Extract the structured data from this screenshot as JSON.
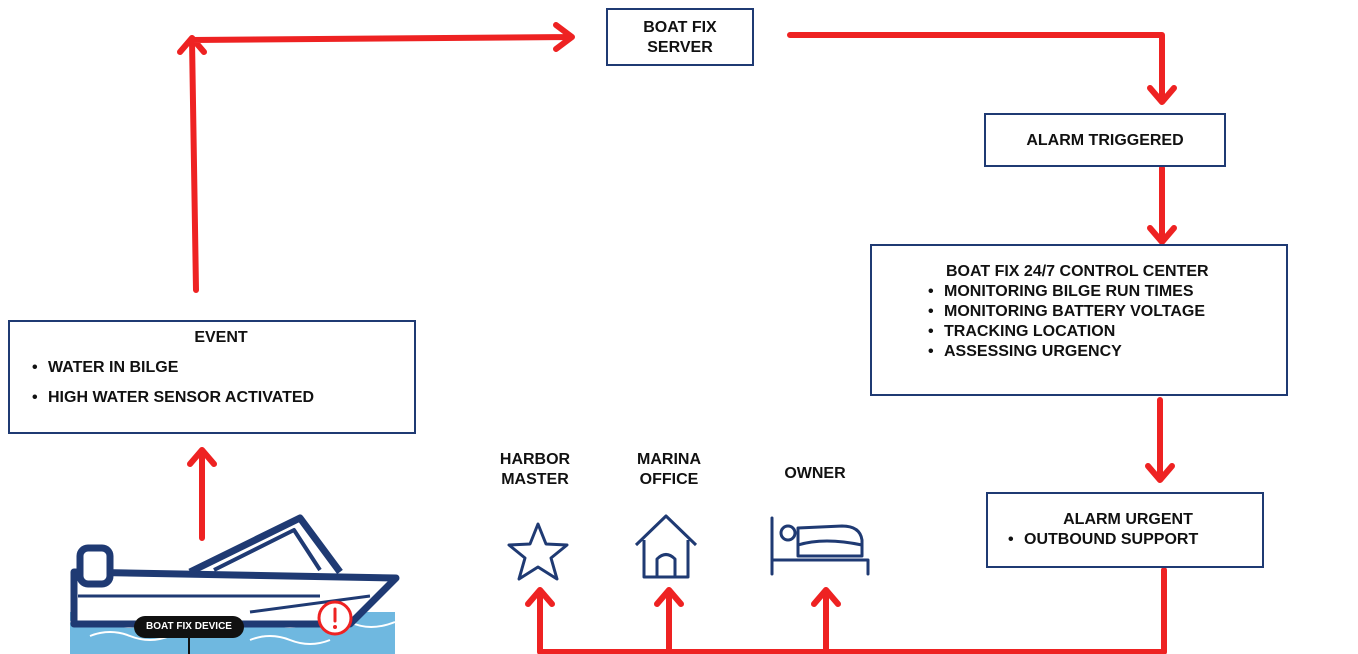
{
  "server": {
    "title_line1": "BOAT FIX",
    "title_line2": "SERVER"
  },
  "alarm_triggered": {
    "title": "ALARM TRIGGERED"
  },
  "control_center": {
    "title": "BOAT FIX 24/7 CONTROL CENTER",
    "items": [
      "MONITORING BILGE RUN TIMES",
      "MONITORING BATTERY VOLTAGE",
      "TRACKING LOCATION",
      "ASSESSING URGENCY"
    ]
  },
  "event": {
    "title": "EVENT",
    "items": [
      "WATER IN BILGE",
      "HIGH WATER SENSOR ACTIVATED"
    ]
  },
  "alarm_urgent": {
    "title": "ALARM URGENT",
    "items": [
      "OUTBOUND SUPPORT"
    ]
  },
  "recipients": {
    "harbor_master": {
      "line1": "HARBOR",
      "line2": "MASTER",
      "icon": "star-icon"
    },
    "marina_office": {
      "line1": "MARINA",
      "line2": "OFFICE",
      "icon": "house-icon"
    },
    "owner": {
      "line1": "OWNER",
      "icon": "bed-icon"
    }
  },
  "boat": {
    "device_label": "BOAT FIX DEVICE",
    "alert_icon": "exclamation-icon"
  },
  "colors": {
    "arrow": "#ee2222",
    "box_border": "#1f3a73",
    "icon": "#1f3a73",
    "water": "#6fb8e0"
  }
}
